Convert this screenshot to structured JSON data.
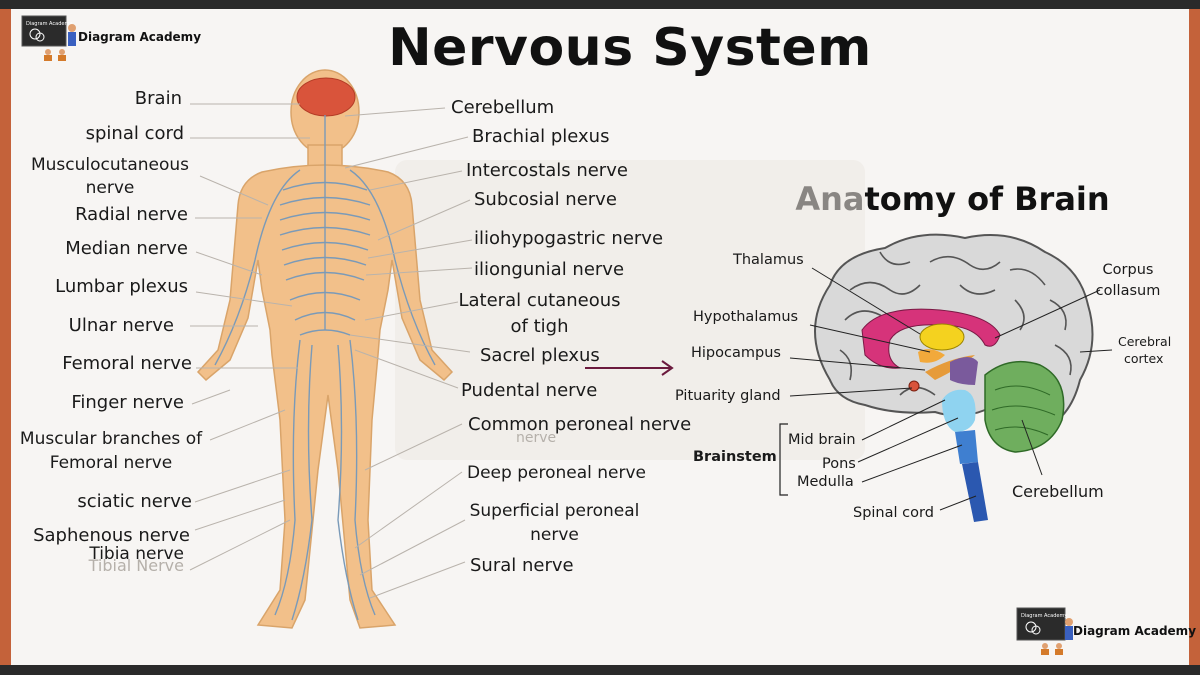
{
  "title": "Nervous System",
  "brain_title": "Anatomy of Brain",
  "brand": {
    "top_logo_text": "Diagram Academy",
    "bottom_logo_text": "Diagram Academy"
  },
  "body_labels_left": {
    "brain": "Brain",
    "spinal_cord": "spinal cord",
    "musculocutaneous_1": "Musculocutaneous",
    "musculocutaneous_2": "nerve",
    "radial": "Radial nerve",
    "median": "Median nerve",
    "lumbar": "Lumbar plexus",
    "ulnar": "Ulnar nerve",
    "femoral": "Femoral nerve",
    "finger": "Finger nerve",
    "muscular_branches_1": "Muscular branches of",
    "muscular_branches_2": "Femoral nerve",
    "sciatic": "sciatic nerve",
    "saphenous": "Saphenous nerve",
    "tibia": "Tibia nerve",
    "tibial_ghost": "Tibial Nerve"
  },
  "body_labels_right": {
    "cerebellum": "Cerebellum",
    "brachial": "Brachial plexus",
    "intercostals": "Intercostals nerve",
    "subcosial": "Subcosial nerve",
    "iliohypogastric": "iliohypogastric nerve",
    "iliongunial": "iliongunial nerve",
    "lateral_1": "Lateral cutaneous",
    "lateral_2": "of tigh",
    "sacrel": "Sacrel plexus",
    "pudental": "Pudental nerve",
    "common_peroneal": "Common peroneal nerve",
    "common_ghost": "nerve",
    "deep_peroneal": "Deep peroneal nerve",
    "superficial_1": "Superficial peroneal",
    "superficial_2": "nerve",
    "sural": "Sural nerve"
  },
  "brain_labels": {
    "thalamus": "Thalamus",
    "hypothalamus": "Hypothalamus",
    "hipocampus": "Hipocampus",
    "pituitary": "Pituarity gland",
    "brainstem": "Brainstem",
    "mid_brain": "Mid brain",
    "pons": "Pons",
    "medulla": "Medulla",
    "spinal_cord": "Spinal cord",
    "corpus_1": "Corpus",
    "corpus_2": "collasum",
    "cerebral_1": "Cerebral",
    "cerebral_2": "cortex",
    "cerebellum": "Cerebellum"
  },
  "colors": {
    "frame": "#c4623a",
    "body_skin": "#f2c08a",
    "nerve": "#7a9ab8",
    "brain_red": "#d9543b",
    "brain_gray": "#d9d9d9",
    "corpus": "#d6337a",
    "thalamus": "#f4d21f",
    "cerebellum": "#6fae5e",
    "pons": "#8fd3f0",
    "spinal": "#2b58b0",
    "arrow": "#6b1a3e"
  }
}
